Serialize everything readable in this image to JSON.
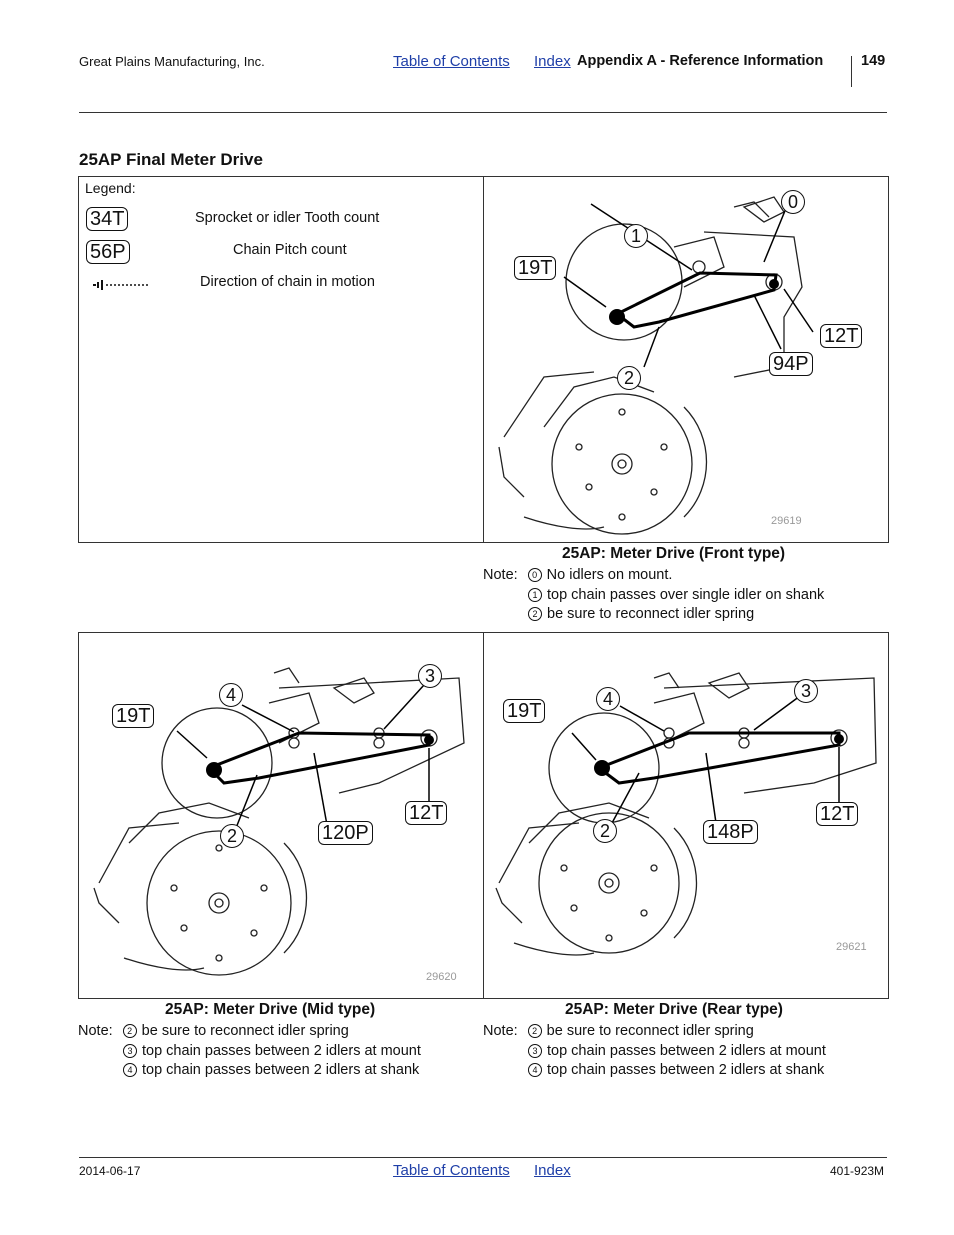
{
  "header": {
    "company": "Great Plains Manufacturing, Inc.",
    "toc_link": "Table of Contents",
    "index_link": "Index",
    "section": "Appendix A - Reference Information",
    "page_number": "149"
  },
  "section_title": "25AP Final Meter Drive",
  "legend": {
    "title": "Legend:",
    "items": [
      {
        "symbol": "34T",
        "text": "Sprocket or idler Tooth count"
      },
      {
        "symbol": "56P",
        "text": "Chain Pitch count"
      },
      {
        "symbol": "",
        "text": "Direction of chain in motion"
      }
    ]
  },
  "figures": [
    {
      "caption": "25AP: Meter Drive (Front type)",
      "figure_number": "29619",
      "callouts": [
        "0",
        "1",
        "2",
        "19T",
        "12T",
        "94P"
      ],
      "note_label": "Note:",
      "notes": [
        {
          "mark": "0",
          "text": "No idlers on mount."
        },
        {
          "mark": "1",
          "text": "top chain passes over single idler on shank"
        },
        {
          "mark": "2",
          "text": "be sure to reconnect idler spring"
        }
      ]
    },
    {
      "caption": "25AP: Meter Drive (Mid type)",
      "figure_number": "29620",
      "callouts": [
        "4",
        "3",
        "19T",
        "2",
        "120P",
        "12T"
      ],
      "note_label": "Note:",
      "notes": [
        {
          "mark": "2",
          "text": "be sure to reconnect idler spring"
        },
        {
          "mark": "3",
          "text": "top chain passes between 2 idlers at mount"
        },
        {
          "mark": "4",
          "text": "top chain passes between 2 idlers at shank"
        }
      ]
    },
    {
      "caption": "25AP: Meter Drive (Rear type)",
      "figure_number": "29621",
      "callouts": [
        "4",
        "3",
        "19T",
        "2",
        "148P",
        "12T"
      ],
      "note_label": "Note:",
      "notes": [
        {
          "mark": "2",
          "text": "be sure to reconnect idler spring"
        },
        {
          "mark": "3",
          "text": "top chain passes between 2 idlers at mount"
        },
        {
          "mark": "4",
          "text": "top chain passes between 2 idlers at shank"
        }
      ]
    }
  ],
  "footer": {
    "date": "2014-06-17",
    "toc_link": "Table of Contents",
    "index_link": "Index",
    "doc_number": "401-923M"
  }
}
